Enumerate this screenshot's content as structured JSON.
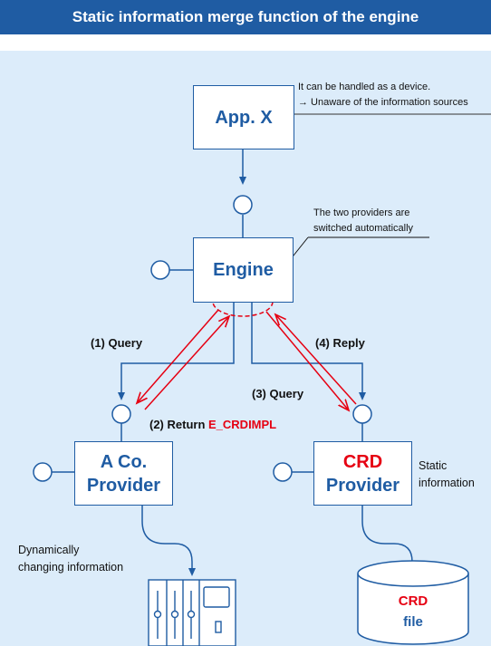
{
  "title": "Static information merge function of the engine",
  "app": {
    "label": "App. X"
  },
  "engine": {
    "label": "Engine"
  },
  "provider_a": {
    "line1": "A Co.",
    "line2": "Provider"
  },
  "provider_crd": {
    "line1": "CRD",
    "line2": "Provider"
  },
  "crd_file": {
    "line1": "CRD",
    "line2": "file"
  },
  "notes": {
    "app_line1": "It can be handled as a device.",
    "app_line2": "→ Unaware of the information sources",
    "switch_line1": "The two providers are",
    "switch_line2": "switched automatically",
    "static_line1": "Static",
    "static_line2": "information",
    "dynamic_line1": "Dynamically",
    "dynamic_line2": "changing information"
  },
  "steps": {
    "query1": "(1) Query",
    "return2_prefix": "(2) Return ",
    "return2_code": "E_CRDIMPL",
    "query3": "(3) Query",
    "reply4": "(4) Reply"
  },
  "colors": {
    "primary": "#1f5ca3",
    "accent": "#e60012",
    "background": "#dcecfa"
  }
}
